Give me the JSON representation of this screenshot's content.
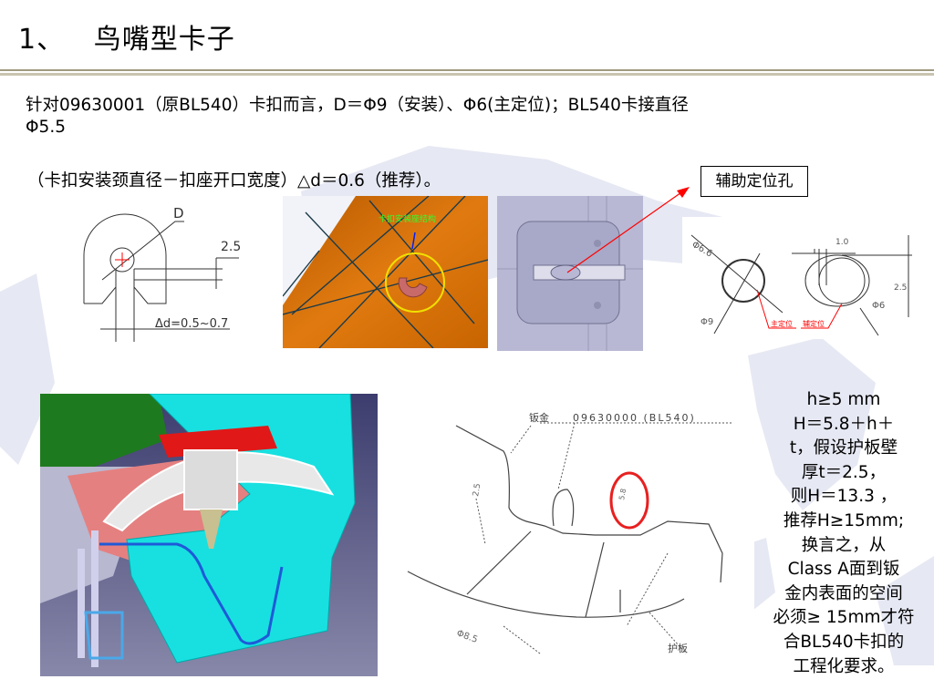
{
  "slide": {
    "title": "1、   鸟嘴型卡子",
    "paragraph_line1": "针对09630001（原BL540）卡扣而言，D＝Φ9（安装）、Φ6(主定位)；BL540卡接直径",
    "paragraph_line2": "Φ5.5",
    "paragraph_line3": "（卡扣安装颈直径－扣座开口宽度）△d＝0.6（推荐）。",
    "callout_box": "辅助定位孔"
  },
  "figures": {
    "clip_drawing": {
      "d_label": "D",
      "dim_label": "2.5",
      "delta_label": "Δd=0.5~0.7"
    },
    "orange_render": {
      "caption": "卡扣安装座结构"
    },
    "hole_drawing": {
      "left_dia_top": "Φ6.6",
      "left_dia_bottom": "Φ9",
      "left_caption": "主定位",
      "right_caption": "辅定位",
      "right_top": "1.0",
      "right_side": "2.5",
      "right_dia": "Φ6"
    },
    "section_drawing": {
      "label_sheet_metal": "钣金",
      "label_clip": "09630000 (BL540)",
      "label_panel": "护板",
      "dim_left": "2.5",
      "dim_bottom_left": "Φ8.5",
      "dim_circled": "5.8"
    }
  },
  "note": {
    "lines": [
      "h≥5 mm",
      "H＝5.8＋h＋",
      "t，假设护板壁",
      "厚t＝2.5，",
      "则H＝13.3 ，",
      "推荐H≥15mm;",
      "换言之，从",
      "Class A面到钣",
      "金内表面的空间",
      "必须≥ 15mm才符",
      "合BL540卡扣的",
      "工程化要求。"
    ]
  },
  "colors": {
    "callout_arrow": "#ff0000",
    "rule": "#a09a80",
    "watermark": "#e4e6f2"
  }
}
